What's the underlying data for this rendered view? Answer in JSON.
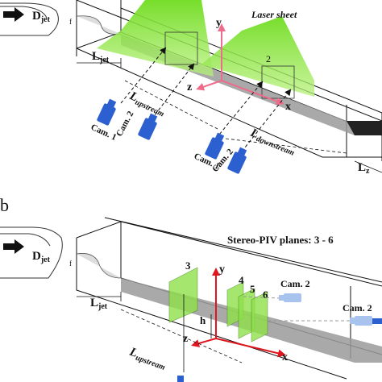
{
  "panel_b_label": "b",
  "panel_a": {
    "d_jet": {
      "main": "D",
      "sub": "jet"
    },
    "l_jet": {
      "main": "L",
      "sub": "jet"
    },
    "l_upstream": {
      "main": "L",
      "sub": "upstream"
    },
    "l_downstream": {
      "main": "L",
      "sub": "downstream"
    },
    "l_z": {
      "main": "L",
      "sub": "z"
    },
    "laser_sheet": "Laser sheet",
    "plane_label": "2",
    "axis_y": "y",
    "axis_z": "z",
    "axis_x": "x",
    "cameras": [
      "Cam. 1",
      "Cam. 2",
      "Cam. 1",
      "Cam. 2"
    ]
  },
  "panel_b": {
    "d_jet": {
      "main": "D",
      "sub": "jet"
    },
    "l_jet": {
      "main": "L",
      "sub": "jet"
    },
    "l_upstream": {
      "main": "L",
      "sub": "upstream"
    },
    "title": "Stereo-PIV planes: 3 - 6",
    "plane_labels": [
      "3",
      "4",
      "5",
      "6"
    ],
    "h_label": "h",
    "axis_y": "y",
    "axis_z": "z",
    "axis_x": "x",
    "cameras": [
      "Cam. 2",
      "Cam. 2"
    ]
  },
  "colors": {
    "laser_green": "#7ee62e",
    "plane_green": "#8fe04a",
    "axis_pink": "#f06a8a",
    "axis_red": "#e0161e",
    "camera_blue": "#2c5fd0",
    "camera_light_blue": "#a9c3ef",
    "floor_gray": "#9a9a9a",
    "outlet_dark": "#222222"
  }
}
